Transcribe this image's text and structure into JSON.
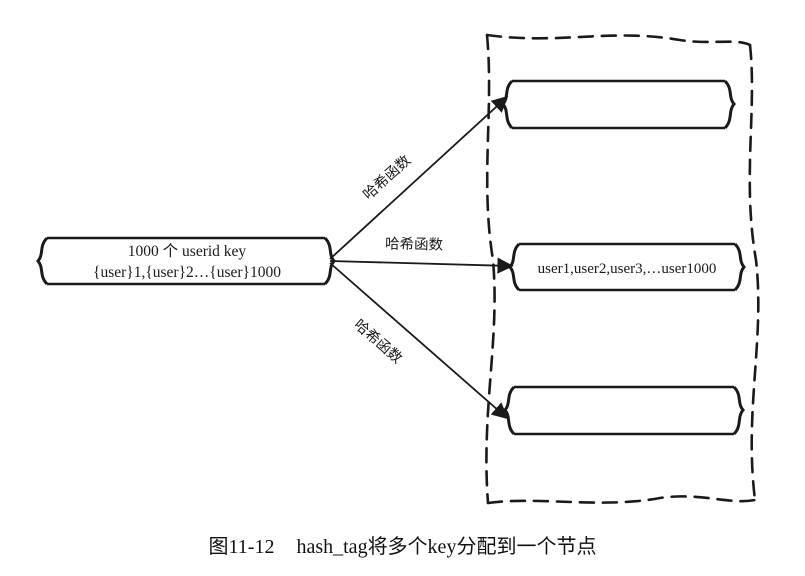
{
  "colors": {
    "ink": "#1a1a1a",
    "background": "#ffffff"
  },
  "source": {
    "line1": "1000 个 userid key",
    "line2": "{user}1,{user}2…{user}1000"
  },
  "arrows": {
    "top_label": "哈希函数",
    "middle_label": "哈希函数",
    "bottom_label": "哈希函数"
  },
  "nodes": {
    "top": "",
    "middle": "user1,user2,user3,…user1000",
    "bottom": ""
  },
  "caption": {
    "number": "图11-12",
    "text": "hash_tag将多个key分配到一个节点"
  }
}
